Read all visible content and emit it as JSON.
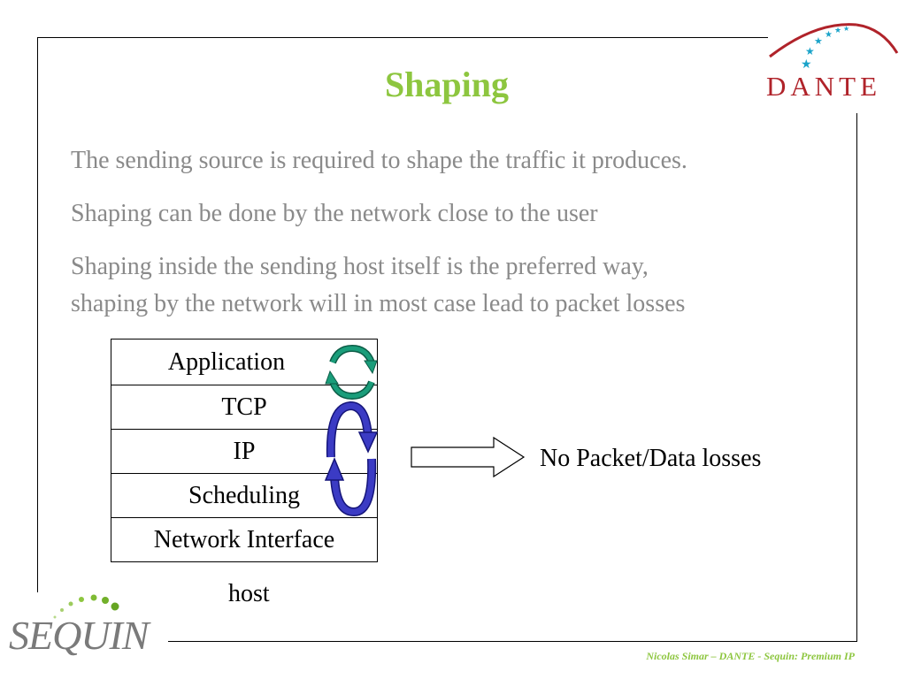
{
  "slide": {
    "title": "Shaping",
    "bullets": [
      "The sending source is required to shape the traffic it produces.",
      "Shaping can be done by the network close to the user",
      "Shaping inside the sending host itself is the preferred way,",
      "shaping by the network will in most case lead to packet losses"
    ],
    "stack_layers": [
      "Application",
      "TCP",
      "IP",
      "Scheduling",
      "Network Interface"
    ],
    "stack_caption": "host",
    "result_text": "No Packet/Data losses",
    "footer": "Nicolas Simar – DANTE - Sequin: Premium IP"
  },
  "logos": {
    "top_right": "DANTE",
    "bottom_left": "SEQUIN"
  },
  "colors": {
    "title": "#8dc63f",
    "body_text": "#8a8a8a",
    "dante_red": "#b0232a",
    "dante_stars": "#1aa3c9",
    "arrow_green": "#1a9d7a",
    "arrow_blue": "#3333aa",
    "sequin_dots": "#8dc63f"
  }
}
